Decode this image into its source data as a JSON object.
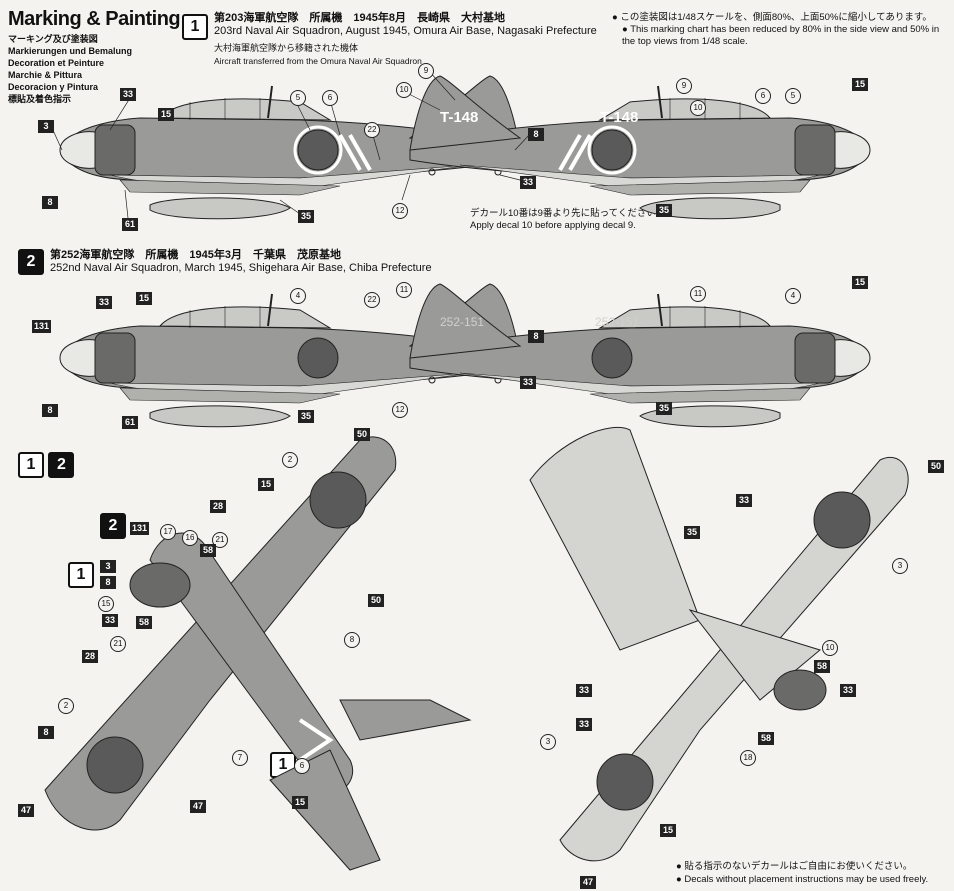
{
  "header": {
    "title": "Marking & Painting",
    "subtitles": [
      "マーキング及び塗装図",
      "Markierungen und Bemalung",
      "Decoration et Peinture",
      "Marchie & Pittura",
      "Decoracion y Pintura",
      "標貼及着色指示"
    ]
  },
  "scale_note": {
    "jp": "この塗装図は1/48スケールを、側面80%、上面50%に縮小してあります。",
    "en": "This marking chart has been reduced by 80% in the side view and 50% in the top views from 1/48 scale."
  },
  "scheme1": {
    "number": "1",
    "jp": "第203海軍航空隊　所属機　1945年8月　長崎県　大村基地",
    "en": "203rd Naval Air Squadron, August 1945, Omura Air Base, Nagasaki Prefecture",
    "sub_jp": "大村海軍航空隊から移籍された機体",
    "sub_en": "Aircraft transferred from the Omura Naval Air Squadron",
    "tail_code": "T-148"
  },
  "scheme2": {
    "number": "2",
    "jp": "第252海軍航空隊　所属機　1945年3月　千葉県　茂原基地",
    "en": "252nd Naval Air Squadron, March 1945, Shigehara Air Base, Chiba Prefecture",
    "tail_code": "252-151"
  },
  "decal_note": {
    "jp": "デカール10番は9番より先に貼ってください。",
    "en": "Apply decal 10 before applying decal 9."
  },
  "top_view_badges": [
    "1",
    "2"
  ],
  "footer": {
    "jp": "貼る指示のないデカールはご自由にお使いください。",
    "en": "Decals without placement instructions may be used freely."
  },
  "callouts": {
    "c33": "33",
    "c3": "3",
    "c8": "8",
    "c61": "61",
    "c15": "15",
    "c35": "35",
    "c131": "131",
    "c50": "50",
    "c47": "47",
    "c58": "58",
    "c28": "28",
    "c5": "5",
    "c6": "6",
    "c9": "9",
    "c10": "10",
    "c11": "11",
    "c12": "12",
    "c22": "22",
    "c2": "2",
    "c4": "4",
    "c7": "7",
    "c16": "16",
    "c17": "17",
    "c18": "18",
    "c21": "21"
  },
  "colors": {
    "aircraft_gray": "#9a9a98",
    "hinomaru": "#5a5a5a",
    "line": "#222222",
    "paper": "#f4f3f0"
  }
}
